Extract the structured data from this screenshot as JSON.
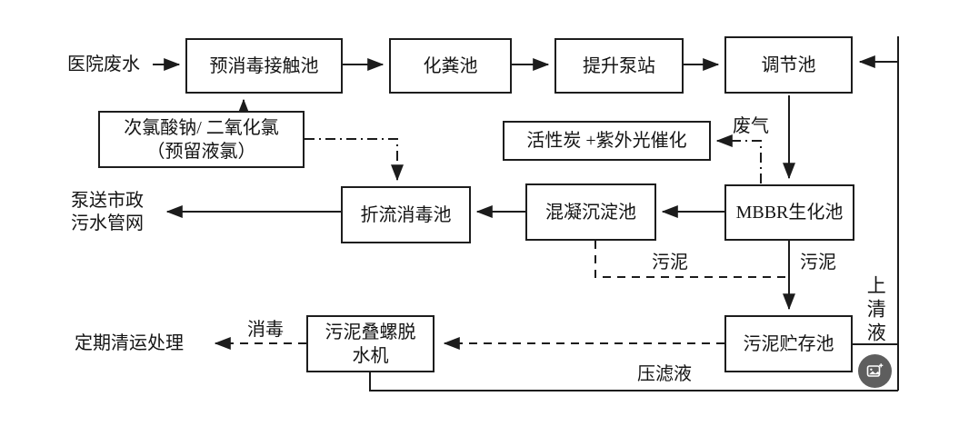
{
  "nodes": {
    "pre_disinfection_tank": "预消毒接触池",
    "septic_tank": "化粪池",
    "lift_pump_station": "提升泵站",
    "regulating_tank": "调节池",
    "dosing": {
      "line1": "次氯酸钠/ 二氧化氯",
      "line2": "（预留液氯）"
    },
    "activated_carbon_uv": "活性炭 +紫外光催化",
    "baffled_disinfection_tank": "折流消毒池",
    "coagulation_sedimentation_tank": "混凝沉淀池",
    "mbbr_tank": "MBBR生化池",
    "sludge_dewatering": {
      "line1": "污泥叠螺脱",
      "line2": "水机"
    },
    "sludge_storage_tank": "污泥贮存池"
  },
  "endpoints": {
    "hospital_wastewater": "医院废水",
    "municipal_network": {
      "line1": "泵送市政",
      "line2": "污水管网"
    },
    "regular_disposal": "定期清运处理"
  },
  "flow_labels": {
    "waste_gas": "废气",
    "sludge_left": "污泥",
    "sludge_right": "污泥",
    "disinfection": "消毒",
    "filter_press_liquid": "压滤液",
    "supernatant": "上清液"
  },
  "overlay": {
    "icon": "image-plus-icon"
  },
  "colors": {
    "line": "#1c1c1c",
    "box_border": "#1d1d1d",
    "box_background": "#ffffff",
    "page_background": "#ffffff",
    "overlay_button_background": "#424242",
    "overlay_icon": "#ffffff"
  }
}
